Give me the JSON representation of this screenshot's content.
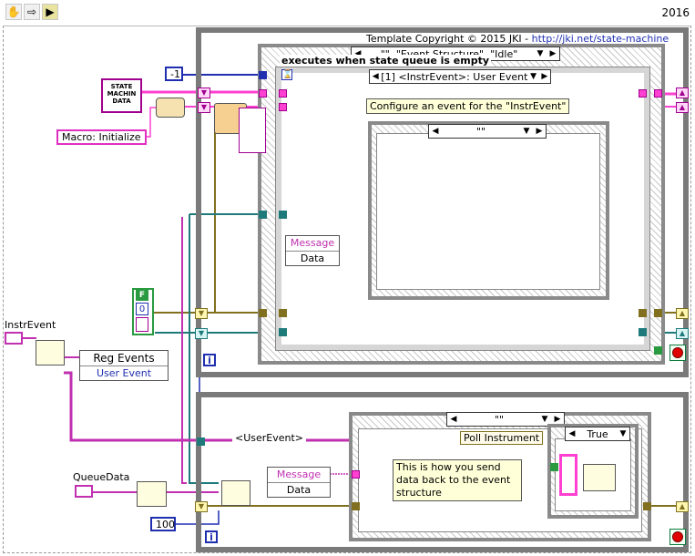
{
  "toolbar": {
    "year": "2016",
    "icons": [
      "hand-icon",
      "arrow-icon",
      "run-icon"
    ]
  },
  "top_loop": {
    "template_caption": "Template Copyright © 2015 JKI - ",
    "template_link": "http://jki.net/state-machine",
    "case_selector": "\"\", \"Event Structure\", \"Idle\"",
    "state_comment": "executes when state queue is empty",
    "event_selector": "[1] <InstrEvent>: User Event",
    "event_comment": "Configure an event for the \"InstrEvent\"",
    "inner_selector": "\"\"",
    "event_data": {
      "message": "Message",
      "data": "Data"
    },
    "iteration_label": "i"
  },
  "left_inputs": {
    "timeout_value": "-1",
    "state_machine_data": "STATE MACHIN DATA",
    "macro_label": "Macro: Initialize",
    "bool_constant": "F",
    "num_constant": "0",
    "instr_event_label": "InstrEvent",
    "reg_events_title": "Reg Events",
    "reg_events_item": "User Event",
    "queue_data_label": "QueueData",
    "queue_timeout": "100"
  },
  "bottom_loop": {
    "user_event_label": "<UserEvent>",
    "case_selector": "\"\"",
    "poll_label": "Poll Instrument",
    "true_selector": "True",
    "dequeue_data": {
      "message": "Message",
      "data": "Data"
    },
    "comment": "This is how you send data back to the event structure",
    "iteration_label": "i"
  }
}
